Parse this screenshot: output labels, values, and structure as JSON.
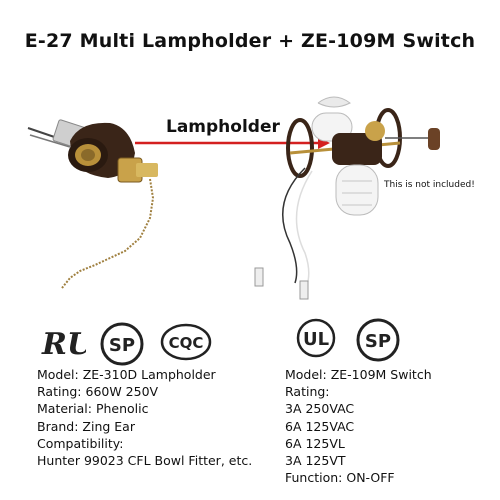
{
  "title": "E-27 Multi Lampholder + ZE-109M Switch",
  "photo": {
    "arrow_label": "Lampholder",
    "note": "This is not included!"
  },
  "logos": {
    "ur": "RU",
    "csa_left": "SP",
    "cqc": "CQC",
    "ul": "UL",
    "csa_right": "SP"
  },
  "left_specs": [
    "Model: ZE-310D Lampholder",
    "Rating: 660W 250V",
    "Material: Phenolic",
    "Brand: Zing Ear",
    "Compatibility:",
    "Hunter 99023 CFL Bowl Fitter, etc."
  ],
  "right_specs": [
    "Model: ZE-109M Switch",
    "Rating:",
    "3A 250VAC",
    "6A 125VAC",
    "6A 125VL",
    "3A 125VT",
    "Function: ON-OFF"
  ],
  "colors": {
    "arrow": "#d42020",
    "bakelite": "#3a2518",
    "brass": "#b8903a",
    "chain": "#a08040"
  }
}
